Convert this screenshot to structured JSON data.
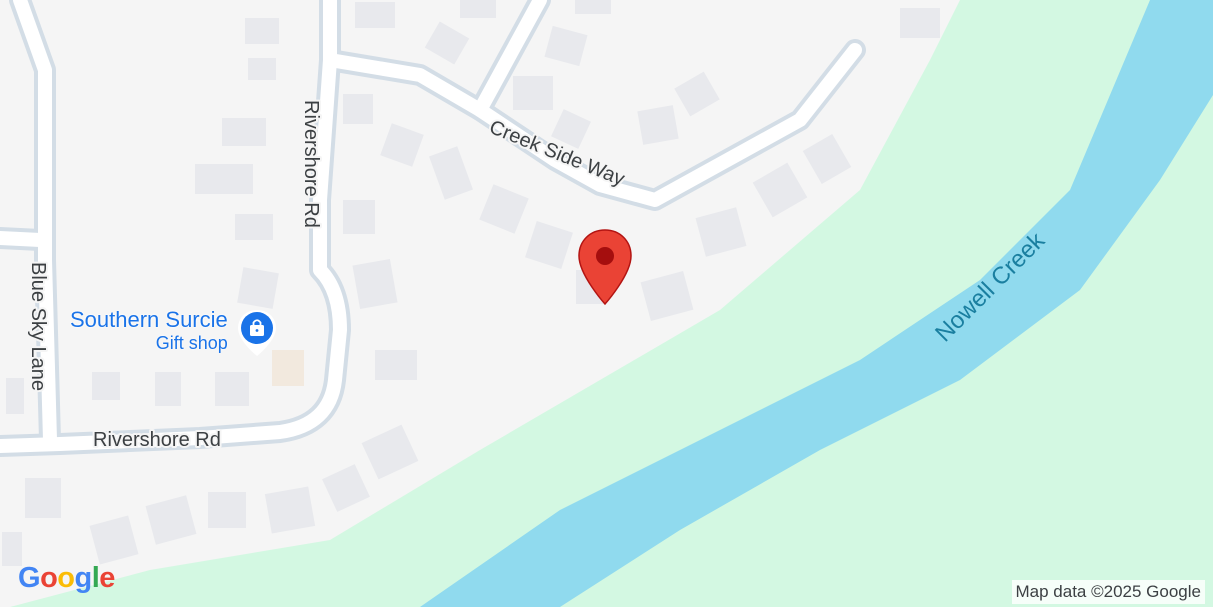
{
  "map": {
    "roads": {
      "creek_side_way": "Creek Side Way",
      "rivershore_rd_vertical": "Rivershore Rd",
      "rivershore_rd_horizontal": "Rivershore Rd",
      "blue_sky_lane": "Blue Sky Lane"
    },
    "water": {
      "creek_name": "Nowell Creek"
    },
    "poi": {
      "name": "Southern Surcie",
      "category": "Gift shop",
      "icon": "shopping-bag-icon"
    },
    "marker": {
      "icon": "map-pin-icon",
      "color": "#ea4335"
    },
    "colors": {
      "land": "#f5f5f5",
      "park": "#d3f8e2",
      "water": "#90daee",
      "road": "#ffffff",
      "road_outline": "#d3dde6",
      "building": "#e8e9ed"
    }
  },
  "branding": {
    "logo_letters": [
      "G",
      "o",
      "o",
      "g",
      "l",
      "e"
    ],
    "attribution": "Map data ©2025 Google"
  }
}
